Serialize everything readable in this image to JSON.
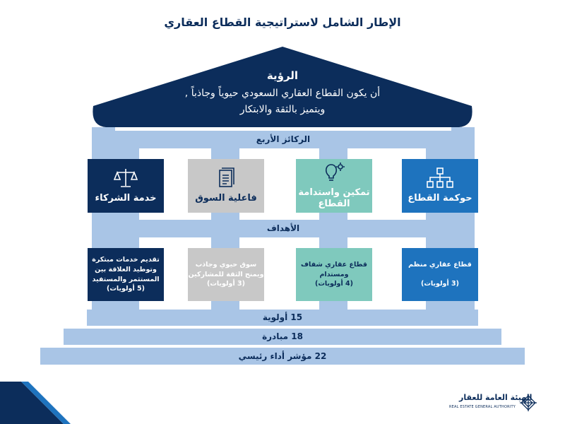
{
  "title": "الإطار الشامل لاستراتيجية القطاع العقاري",
  "vision": {
    "title": "الرؤية",
    "line1": "أن يكون القطاع العقاري السعودي حيوياً وجاذباً ,",
    "line2": "ويتميز بالثقة والابتكار"
  },
  "pillars_label": "الركائز الأربع",
  "pillars": [
    {
      "label": "حوكمة القطاع",
      "color": "#1e73be",
      "icon": "network-icon"
    },
    {
      "label": "تمكين واستدامة القطاع",
      "color": "#7fc9bd",
      "icon": "lightbulb-gear-icon"
    },
    {
      "label": "فاعلية السوق",
      "color": "#c8c8c8",
      "icon": "document-icon"
    },
    {
      "label": "خدمة الشركاء",
      "color": "#0c2d5b",
      "icon": "scales-icon"
    }
  ],
  "goals_label": "الأهداف",
  "goals": [
    {
      "text": "قطاع عقاري منظم\n\n(3 أولويات)",
      "color": "#1e73be"
    },
    {
      "text": "قطاع عقاري شفاف\nومستدام\n(4 أولويات)",
      "color": "#7fc9bd"
    },
    {
      "text": "سوق حيوي وجاذب\nويمنح الثقة للمشاركين\n(3 أولويات)",
      "color": "#c8c8c8"
    },
    {
      "text": "تقديم خدمات مبتكرة\nوتوطيد العلاقة بين\nالمستثمر والمستفيد\n(5 أولويات)",
      "color": "#0c2d5b"
    }
  ],
  "steps": [
    "15 أولوية",
    "18 مبادرة",
    "22 مؤشر أداء رئيسي"
  ],
  "logo": {
    "name_ar": "الهيئة العامة للعقار",
    "name_en": "REAL ESTATE GENERAL AUTHORITY",
    "icon": "diamond-pattern-logo-icon"
  },
  "colors": {
    "navy": "#0c2d5b",
    "light_blue": "#a9c5e6",
    "blue": "#1e73be",
    "teal": "#7fc9bd",
    "gray": "#c8c8c8"
  }
}
